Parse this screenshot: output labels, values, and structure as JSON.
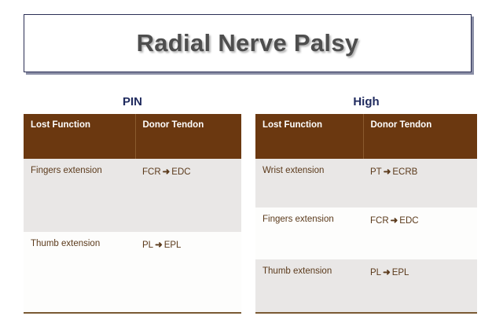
{
  "title": "Radial Nerve Palsy",
  "colors": {
    "header_brown": "#6b3810",
    "heading_navy": "#1f2a5e",
    "title_gray": "#4e4e4e",
    "row_shaded": "#e9e7e6",
    "row_plain": "#fdfdfc",
    "body_text_brown": "#5b3a1b",
    "table_bottom_border": "#7a5a33"
  },
  "tables": [
    {
      "heading": "PIN",
      "columns": [
        "Lost Function",
        "Donor Tendon"
      ],
      "rows": [
        {
          "lost_function": "Fingers extension",
          "donor_from": "FCR",
          "arrow": "➜",
          "donor_to": "EDC",
          "shaded": true
        },
        {
          "lost_function": "Thumb extension",
          "donor_from": "PL",
          "arrow": "➜",
          "donor_to": "EPL",
          "shaded": false
        }
      ]
    },
    {
      "heading": "High",
      "columns": [
        "Lost Function",
        "Donor Tendon"
      ],
      "rows": [
        {
          "lost_function": "Wrist extension",
          "donor_from": "PT",
          "arrow": "➜",
          "donor_to": "ECRB",
          "shaded": true
        },
        {
          "lost_function": "Fingers extension",
          "donor_from": "FCR",
          "arrow": "➜",
          "donor_to": "EDC",
          "shaded": false
        },
        {
          "lost_function": "Thumb extension",
          "donor_from": "PL",
          "arrow": "➜",
          "donor_to": "EPL",
          "shaded": true
        }
      ]
    }
  ]
}
